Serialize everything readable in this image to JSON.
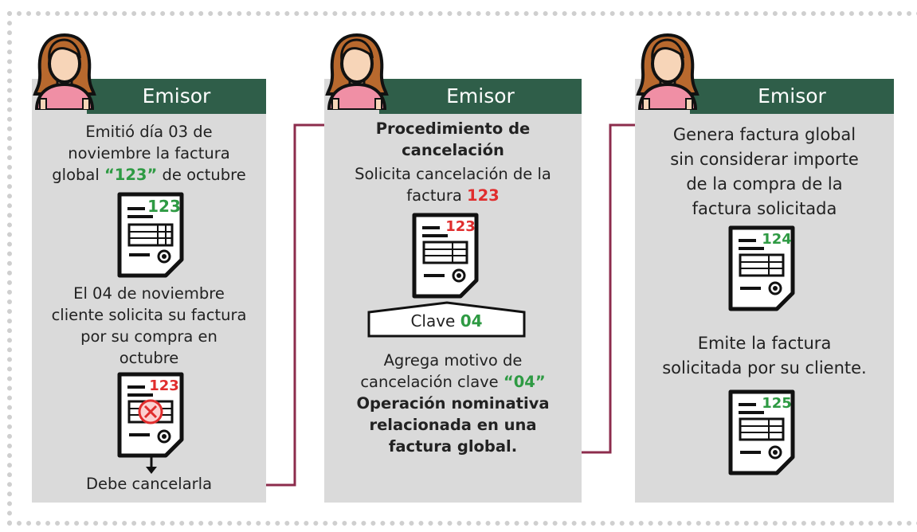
{
  "colors": {
    "header_bg": "#2f5e49",
    "panel_bg": "#dadada",
    "connector": "#8c2c4c",
    "highlight_green": "#2e9a43",
    "highlight_red": "#e02d2d"
  },
  "panels": [
    {
      "header": "Emisor",
      "text1_a": "Emitió día 03 de",
      "text1_b": "noviembre la factura",
      "text1_c_pre": "global ",
      "text1_c_num": "“123”",
      "text1_c_post": " de octubre",
      "doc1_number": "123",
      "text2_a": "El 04 de noviembre",
      "text2_b": "cliente solicita su factura",
      "text2_c": "por su compra en",
      "text2_d": "octubre",
      "doc2_number": "123",
      "footer": "Debe cancelarla"
    },
    {
      "header": "Emisor",
      "title_a": "Procedimiento de",
      "title_b": "cancelación",
      "text1_a": "Solicita cancelación de la",
      "text1_b_pre": "factura ",
      "text1_b_num": "123",
      "doc_number": "123",
      "clave_label": "Clave ",
      "clave_code": "04",
      "text2_a": "Agrega motivo de",
      "text2_b_pre": "cancelación clave ",
      "text2_b_code": "“04”",
      "bold_a": "Operación nominativa",
      "bold_b": "relacionada en una",
      "bold_c": "factura global."
    },
    {
      "header": "Emisor",
      "text1_a": "Genera factura global",
      "text1_b": "sin considerar importe",
      "text1_c": "de la compra de la",
      "text1_d": "factura solicitada",
      "doc1_number": "124",
      "text2_a": "Emite la factura",
      "text2_b": "solicitada por su cliente.",
      "doc2_number": "125"
    }
  ]
}
